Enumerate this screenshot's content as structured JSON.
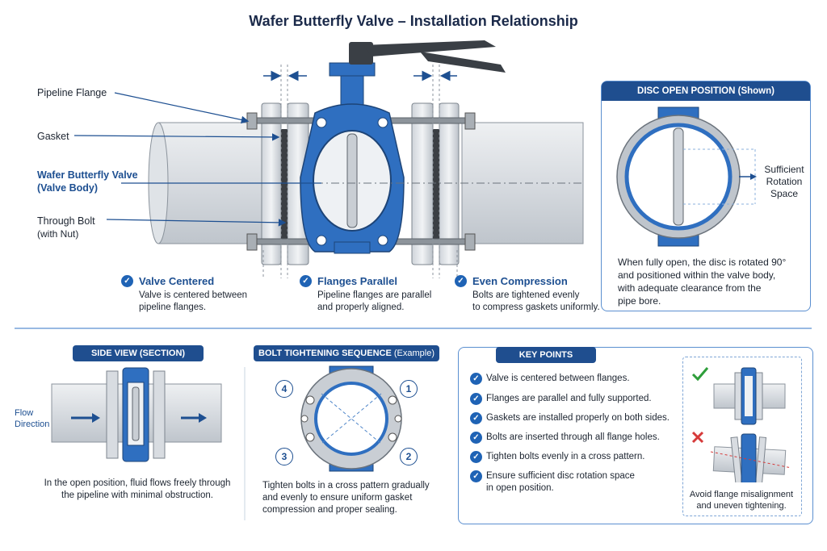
{
  "title": "Wafer Butterfly Valve – Installation Relationship",
  "callouts": {
    "pipeline_flange": "Pipeline Flange",
    "gasket": "Gasket",
    "valve_body_line1": "Wafer Butterfly Valve",
    "valve_body_line2": "(Valve Body)",
    "through_bolt_line1": "Through Bolt",
    "through_bolt_line2": "(with Nut)"
  },
  "checks": [
    {
      "title": "Valve Centered",
      "line1": "Valve is centered between",
      "line2": "pipeline flanges."
    },
    {
      "title": "Flanges Parallel",
      "line1": "Pipeline flanges are parallel",
      "line2": "and properly aligned."
    },
    {
      "title": "Even Compression",
      "line1": "Bolts are tightened evenly",
      "line2": "to compress gaskets uniformly."
    }
  ],
  "disc_panel": {
    "header": "DISC OPEN POSITION (Shown)",
    "label_line1": "Sufficient",
    "label_line2": "Rotation",
    "label_line3": "Space",
    "desc_line1": "When fully open, the disc is rotated 90°",
    "desc_line2": "and positioned within the valve body,",
    "desc_line3": "with adequate clearance from the",
    "desc_line4": "pipe bore."
  },
  "side_view": {
    "header": "SIDE VIEW (SECTION)",
    "flow_line1": "Flow",
    "flow_line2": "Direction",
    "caption_line1": "In the open position, fluid flows freely through",
    "caption_line2": "the pipeline with minimal obstruction."
  },
  "bolt_seq": {
    "header": "BOLT TIGHTENING SEQUENCE",
    "header_suffix": "(Example)",
    "numbers": [
      "1",
      "2",
      "3",
      "4"
    ],
    "caption_line1": "Tighten bolts in a cross pattern gradually",
    "caption_line2": "and evenly to ensure uniform gasket",
    "caption_line3": "compression and proper sealing."
  },
  "key_points": {
    "header": "KEY POINTS",
    "items": [
      "Valve is centered between flanges.",
      "Flanges are parallel and fully supported.",
      "Gaskets are installed properly on both sides.",
      "Bolts are inserted through all flange holes.",
      "Tighten bolts evenly in a cross pattern.",
      "Ensure sufficient disc rotation space"
    ],
    "item6_line2": "in open position.",
    "avoid_line1": "Avoid flange misalignment",
    "avoid_line2": "and uneven tightening."
  },
  "colors": {
    "valve_blue": "#2f6fc0",
    "navy": "#1f4e8f",
    "pipe_gray": "#d9dde2",
    "accent_green": "#2e9e3a",
    "accent_red": "#d63a3a"
  }
}
